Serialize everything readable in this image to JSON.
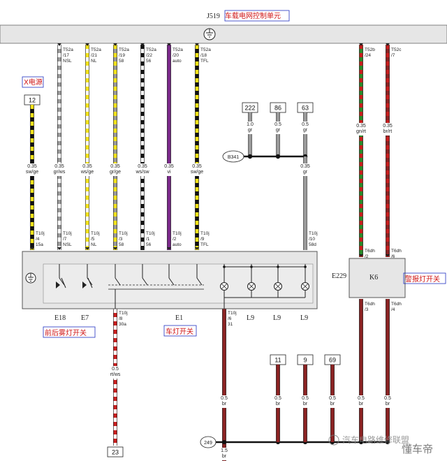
{
  "header": {
    "unit_id": "J519",
    "unit_name": "车载电网控制单元"
  },
  "labels": {
    "x_power": "X电源",
    "fog_switch": "前后雾灯开关",
    "light_switch": "车灯开关",
    "hazard_switch": "警报灯开关",
    "watermark": "汽车电路维修联盟",
    "brand": "懂车帝"
  },
  "components": {
    "e18": "E18",
    "e7": "E7",
    "e1": "E1",
    "l9_a": "L9",
    "l9_b": "L9",
    "l9_c": "L9",
    "e229": "E229",
    "k6": "K6",
    "b341": "B341",
    "ground_249": "249"
  },
  "top_wires": [
    {
      "conn": "T52a",
      "pin": "/17",
      "sig": "NSL",
      "gauge": "0.35",
      "color": "gr/ws",
      "bottom_conn": "T10j",
      "bottom_pin": "/7",
      "bottom_sig": "NSL"
    },
    {
      "conn": "T52a",
      "pin": "/21",
      "sig": "NL",
      "gauge": "0.35",
      "color": "ws/ge",
      "bottom_conn": "T10j",
      "bottom_pin": "/5",
      "bottom_sig": "NL"
    },
    {
      "conn": "T52a",
      "pin": "/19",
      "sig": "58",
      "gauge": "0.35",
      "color": "gr/ge",
      "bottom_conn": "T10j",
      "bottom_pin": "/3",
      "bottom_sig": "58"
    },
    {
      "conn": "T52a",
      "pin": "/22",
      "sig": "56",
      "gauge": "0.35",
      "color": "ws/sw",
      "bottom_conn": "T10j",
      "bottom_pin": "/1",
      "bottom_sig": "56"
    },
    {
      "conn": "T52a",
      "pin": "/20",
      "sig": "auto",
      "gauge": "0.35",
      "color": "vi",
      "bottom_conn": "T10j",
      "bottom_pin": "/2",
      "bottom_sig": "auto"
    },
    {
      "conn": "T52a",
      "pin": "/18",
      "sig": "TFL",
      "gauge": "0.35",
      "color": "sw/ge",
      "bottom_conn": "T10j",
      "bottom_pin": "/9",
      "bottom_sig": "TFL"
    }
  ],
  "x_wire": {
    "box": "12",
    "gauge": "0.35",
    "color": "sw/ge",
    "conn": "T10j",
    "pin": "/4",
    "sig": "15a"
  },
  "mid_wires": [
    {
      "box": "222",
      "gauge": "1.0",
      "color": "gr"
    },
    {
      "box": "86",
      "gauge": "0.5",
      "color": "gr"
    },
    {
      "box": "63",
      "gauge": "0.5",
      "color": "gr"
    }
  ],
  "w63_lower": {
    "gauge": "0.35",
    "color": "gr",
    "conn": "T10j",
    "pin": "/10",
    "sig": "58d"
  },
  "right_wires": [
    {
      "conn": "T52b",
      "pin": "/24",
      "gauge": "0.35",
      "color": "gn/rt",
      "in_conn": "T6dh",
      "in_pin": "/2",
      "out_conn": "T6dh",
      "out_pin": "/3",
      "lower_gauge": "0.5",
      "lower_color": "br"
    },
    {
      "conn": "T52c",
      "pin": "/7",
      "gauge": "0.35",
      "color": "br/rt",
      "in_conn": "T6dh",
      "in_pin": "/6",
      "out_conn": "T6dh",
      "out_pin": "/4",
      "lower_gauge": "0.5",
      "lower_color": "br"
    }
  ],
  "out_wire": {
    "conn": "T10j",
    "pin": "/8",
    "sig": "30a",
    "gauge": "0.5",
    "color": "rt/ws",
    "box": "23"
  },
  "ground_wire": {
    "conn": "T10j",
    "pin": "/6",
    "sig": "31",
    "gauge": "0.5",
    "color": "br",
    "bottom_gauge": "1.5",
    "bottom_color": "br"
  },
  "bottom_boxes": [
    {
      "box": "11",
      "gauge": "0.5",
      "color": "br"
    },
    {
      "box": "9",
      "gauge": "0.5",
      "color": "br"
    },
    {
      "box": "69",
      "gauge": "0.5",
      "color": "br"
    }
  ],
  "palette": {
    "black": "#111111",
    "yellow": "#f2e21a",
    "grey": "#9a9a9a",
    "violet": "#7a2a8a",
    "red": "#c81e1e",
    "brown": "#8b2323",
    "green": "#2a8a2a",
    "white": "#ffffff",
    "panel": "#e6e6e6",
    "label_red": "#d01818",
    "label_blue": "#2030c0"
  }
}
